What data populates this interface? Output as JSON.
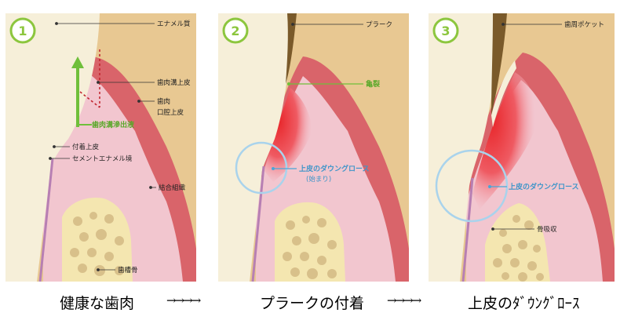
{
  "panels": [
    {
      "number": "1",
      "labels": {
        "enamel": "エナメル質",
        "sulcular_epithelium": "歯肉溝上皮",
        "gingiva": "歯肉",
        "oral_epithelium": "口腔上皮",
        "sulcus_fluid": "歯肉溝滲出液",
        "junctional_epithelium": "付着上皮",
        "cej": "セメントエナメル境",
        "connective_tissue": "結合組織",
        "alveolar_bone": "歯槽骨"
      }
    },
    {
      "number": "2",
      "labels": {
        "plaque": "プラーク",
        "crack": "亀裂",
        "downgrowth_start": "上皮のダウングロース",
        "downgrowth_start_note": "(始まり)"
      }
    },
    {
      "number": "3",
      "labels": {
        "pocket": "歯周ポケット",
        "downgrowth": "上皮のダウングロース",
        "bone_resorption": "骨吸収"
      }
    }
  ],
  "captions": {
    "stage1": "健康な歯肉",
    "arrow1": "→→→→",
    "stage2": "プラークの付着",
    "arrow2": "→→→→",
    "stage3": "上皮のﾀﾞｳﾝｸﾞﾛｰｽ"
  },
  "colors": {
    "background_panel": "#e8c892",
    "tooth": "#f6efd9",
    "gum_outer": "#d9646a",
    "gum_inner": "#f2c6cf",
    "tissue": "#f8dce4",
    "bone": "#f4e6b0",
    "bone_hole": "#d8c08a",
    "inflamed": "#e8262a",
    "plaque": "#7a5a2a",
    "green_accent": "#6fbf3a",
    "blue_accent": "#4aa6d8",
    "circle_stroke": "#a9d3ec",
    "badge": "#8cc63e"
  }
}
